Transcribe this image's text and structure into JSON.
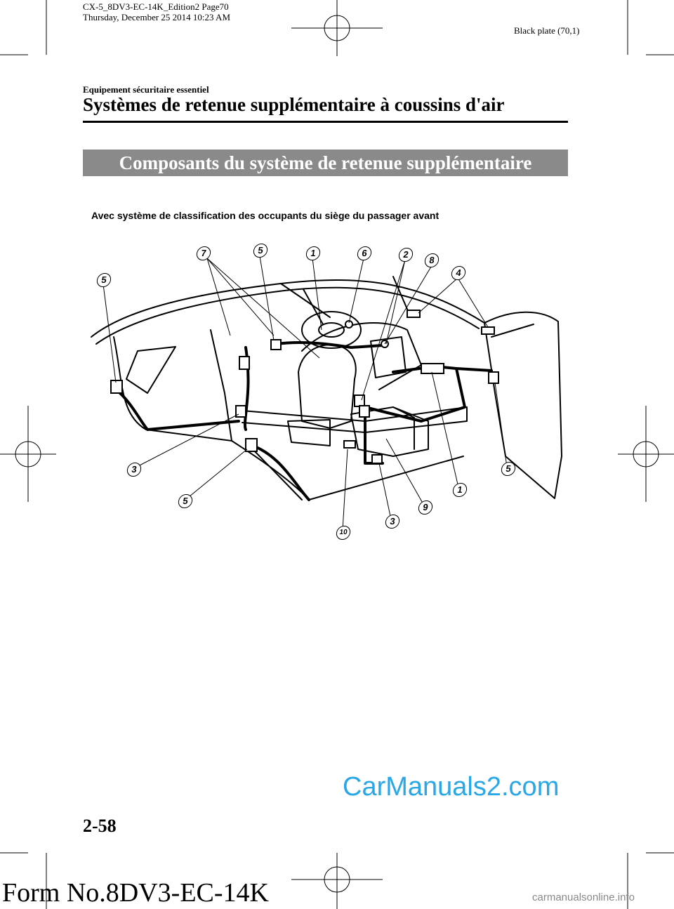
{
  "header": {
    "file_line1": "CX-5_8DV3-EC-14K_Edition2 Page70",
    "file_line2": "Thursday, December 25 2014 10:23 AM",
    "plate": "Black plate (70,1)"
  },
  "section": {
    "chapter": "Equipement sécuritaire essentiel",
    "title": "Systèmes de retenue supplémentaire à coussins d'air"
  },
  "banner": "Composants du système de retenue supplémentaire",
  "figure": {
    "caption": "Avec système de classification des occupants du siège du passager avant",
    "callouts": [
      "7",
      "5",
      "1",
      "6",
      "2",
      "8",
      "4",
      "5",
      "3",
      "5",
      "5",
      "1",
      "9",
      "3",
      "10"
    ]
  },
  "footer": {
    "page_number": "2-58",
    "watermark": "CarManuals2.com",
    "form_number": "Form No.8DV3-EC-14K",
    "site": "carmanualsonline.info"
  }
}
